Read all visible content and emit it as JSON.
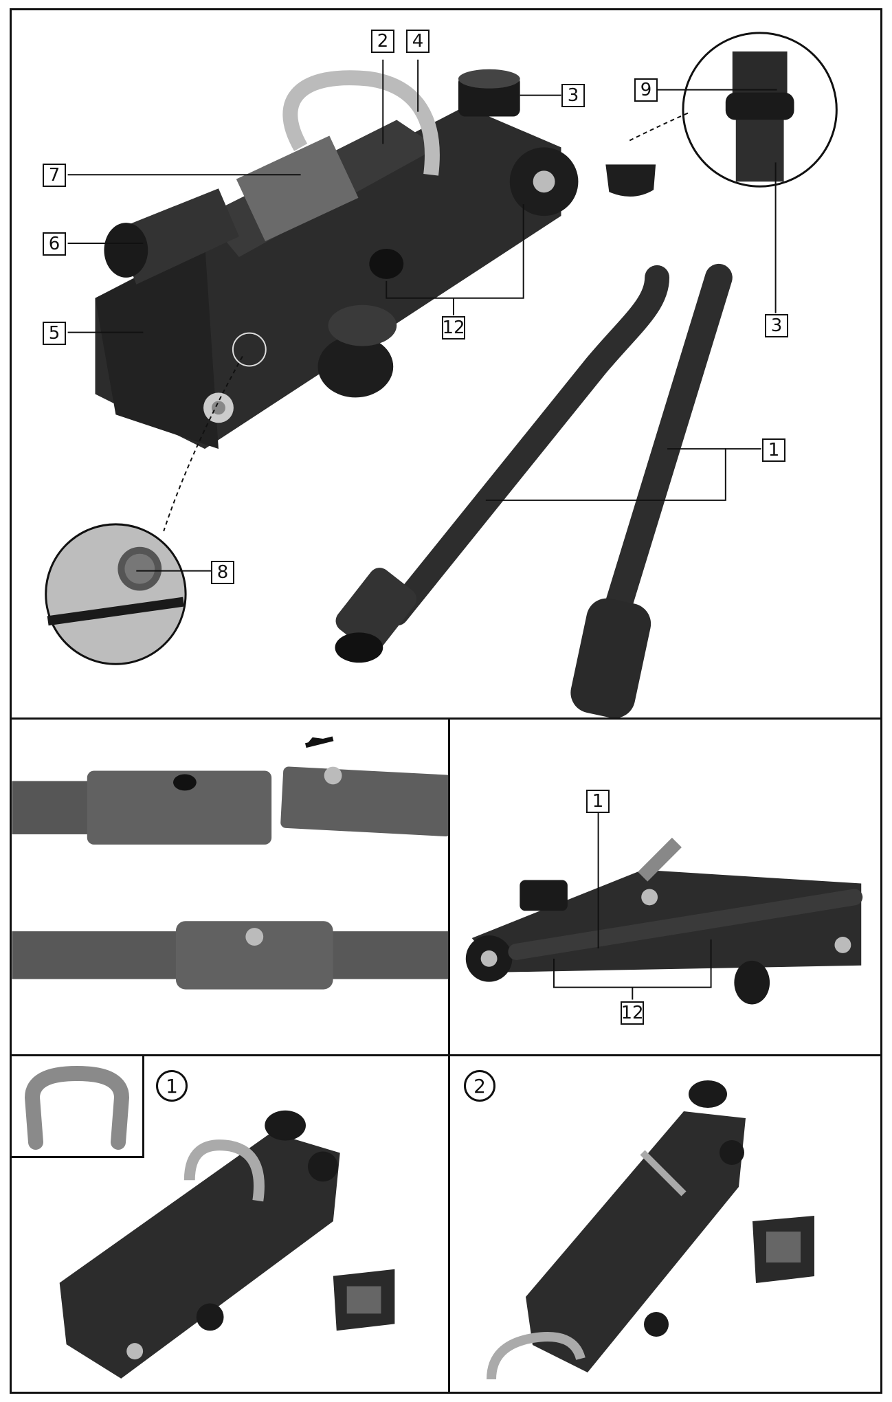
{
  "callouts": {
    "c1": "1",
    "c2": "2",
    "c3a": "3",
    "c3b": "3",
    "c4": "4",
    "c5": "5",
    "c6": "6",
    "c7": "7",
    "c8": "8",
    "c9": "9",
    "c12": "12",
    "assembled_1": "1",
    "assembled_12": "12"
  },
  "steps": {
    "step_1": "1",
    "step_2": "2"
  },
  "colors": {
    "line": "#111111",
    "jack_dark": "#2a2a2a",
    "jack_mid": "#555555",
    "handle_grey": "#777777",
    "light": "#cfcfcf"
  }
}
